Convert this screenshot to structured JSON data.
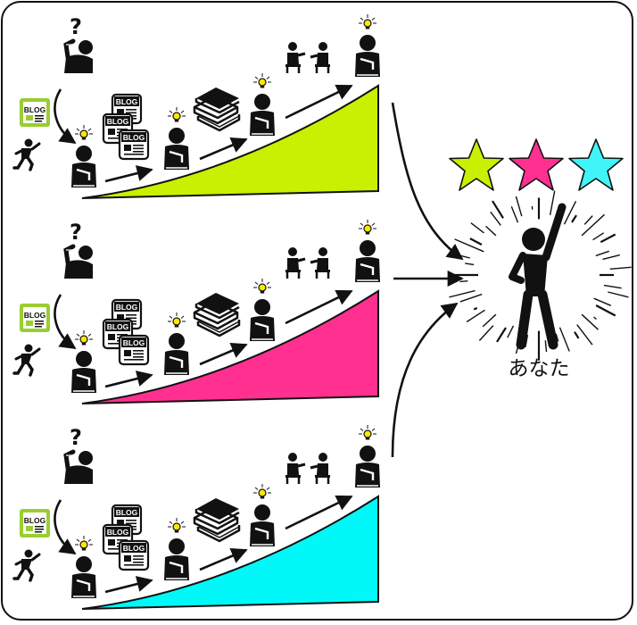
{
  "diagram": {
    "blog_label": "BLOG",
    "question_mark": "?",
    "result_label": "あなた",
    "lanes": [
      {
        "name": "lane-green",
        "color": "#c8f000"
      },
      {
        "name": "lane-pink",
        "color": "#ff3090"
      },
      {
        "name": "lane-cyan",
        "color": "#00f8f8"
      }
    ],
    "stars": [
      {
        "color": "#c8f000"
      },
      {
        "color": "#ff3090"
      },
      {
        "color": "#40f4f8"
      }
    ],
    "icons": {
      "blog_badge": "blog-badge-icon",
      "blog_pages": "blog-pages-icon",
      "books": "books-icon",
      "thinker": "thinking-person-icon",
      "idea_person": "idea-person-icon",
      "meeting": "meeting-people-icon",
      "runner": "running-person-icon",
      "victory": "victory-person-icon",
      "star": "star-icon"
    }
  }
}
